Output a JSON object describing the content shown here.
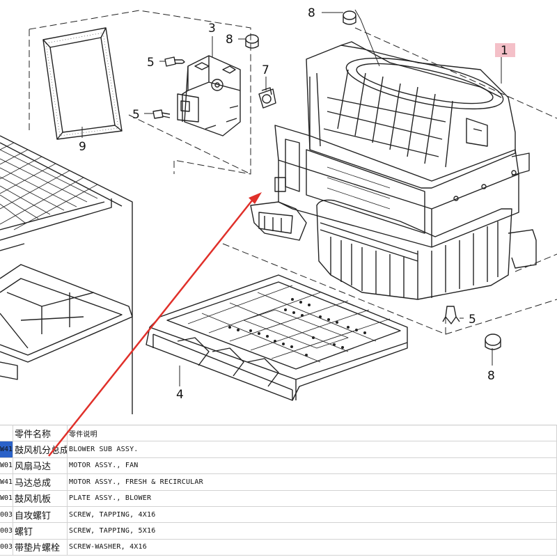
{
  "diagram": {
    "callouts": {
      "c1": "1",
      "c3": "3",
      "c4": "4",
      "c5a": "5",
      "c5b": "5",
      "c5c": "5",
      "c7": "7",
      "c8a": "8",
      "c8b": "8",
      "c8c": "8",
      "c9": "9"
    }
  },
  "table": {
    "headers": [
      "",
      "零件名称",
      "零件说明"
    ],
    "rows": [
      {
        "code": "W41",
        "name": "鼓风机分总成",
        "desc": "BLOWER SUB ASSY.",
        "selected": true
      },
      {
        "code": "W01",
        "name": "风扇马达",
        "desc": "MOTOR ASSY., FAN"
      },
      {
        "code": "W41",
        "name": "马达总成",
        "desc": "MOTOR ASSY., FRESH & RECIRCULAR"
      },
      {
        "code": "W01",
        "name": "鼓风机板",
        "desc": "PLATE ASSY., BLOWER"
      },
      {
        "code": "003",
        "name": "自攻螺钉",
        "desc": "SCREW, TAPPING, 4X16"
      },
      {
        "code": "003",
        "name": "螺钉",
        "desc": "SCREW, TAPPING, 5X16"
      },
      {
        "code": "003",
        "name": "带垫片螺栓",
        "desc": "SCREW-WASHER, 4X16"
      }
    ]
  },
  "colors": {
    "annotation_arrow": "#e0302a",
    "highlight_box": "#f4c0c8",
    "selected_cell": "#2b62c8"
  }
}
